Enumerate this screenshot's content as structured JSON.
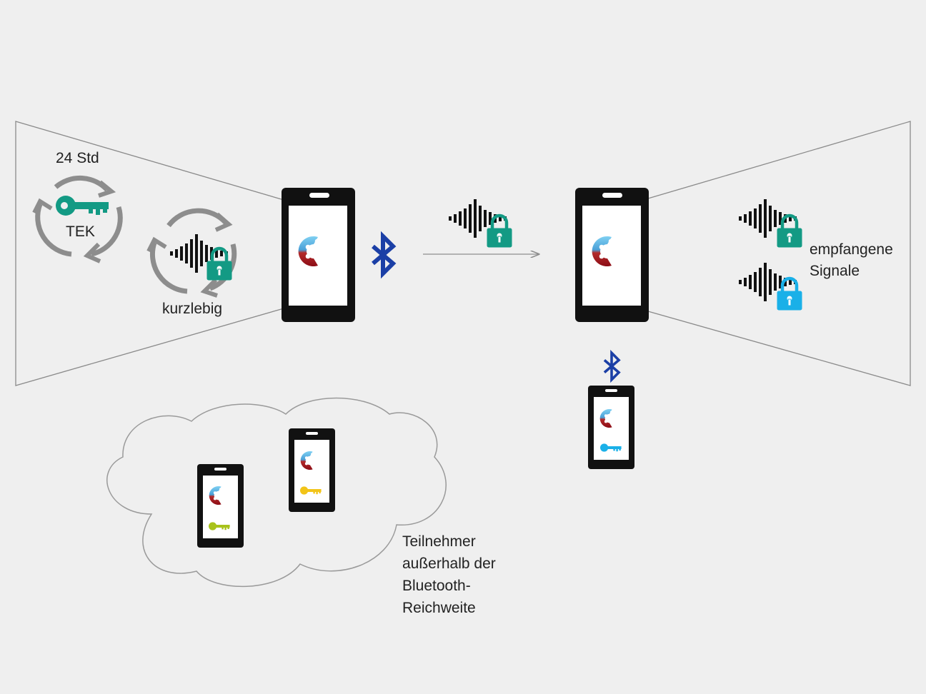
{
  "labels": {
    "tek_period": "24 Std",
    "tek": "TEK",
    "short_lived": "kurzlebig",
    "received_line1": "empfangene",
    "received_line2": "Signale",
    "outside_line1": "Teilnehmer",
    "outside_line2": "außerhalb der",
    "outside_line3": "Bluetooth-",
    "outside_line4": "Reichweite"
  },
  "icons": {
    "tek_key": "key-icon",
    "lock": "lock-icon",
    "signal": "signal-wave-icon",
    "bluetooth": "bluetooth-icon",
    "cycle": "rotation-arrows-icon",
    "app_logo": "corona-warn-app-logo"
  },
  "colors": {
    "background": "#efefef",
    "teal": "#139a84",
    "light_blue": "#1ab0e8",
    "yellow_key": "#f2c418",
    "lime_key": "#a8c21b",
    "bluetooth_blue": "#1b3fa6",
    "arrow_gray": "#8d8d8d",
    "phone_black": "#111111"
  }
}
